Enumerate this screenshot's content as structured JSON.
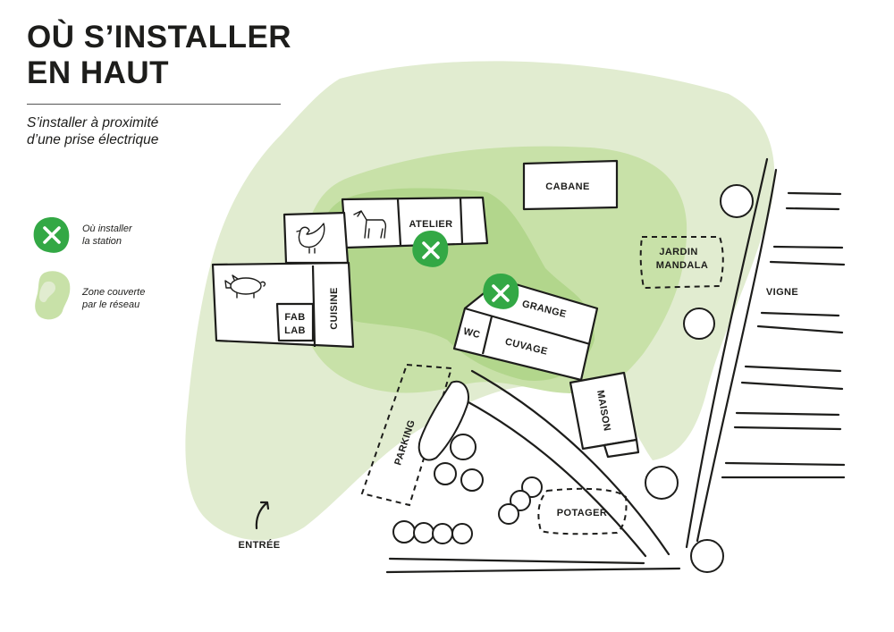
{
  "header": {
    "title_line1": "OÙ S’INSTALLER",
    "title_line2": "EN HAUT",
    "subtitle_line1": "S’installer à proximité",
    "subtitle_line2": "d’une prise électrique"
  },
  "legend": {
    "station_line1": "Où installer",
    "station_line2": "la station",
    "zone_line1": "Zone couverte",
    "zone_line2": "par le réseau"
  },
  "map": {
    "labels": {
      "cabane": "CABANE",
      "atelier": "ATELIER",
      "jardin_line1": "JARDIN",
      "jardin_line2": "MANDALA",
      "vigne": "VIGNE",
      "grange": "GRANGE",
      "wc": "WC",
      "cuvage": "CUVAGE",
      "fablab_line1": "FAB",
      "fablab_line2": "LAB",
      "cuisine": "CUISINE",
      "maison": "MAISON",
      "parking": "PARKING",
      "potager": "POTAGER",
      "entree": "ENTRÉE"
    },
    "station_markers": 2,
    "colors": {
      "zone_outer": "#e1ecd0",
      "zone_mid": "#c8e1a8",
      "zone_core": "#b2d68c",
      "marker": "#33a845",
      "ink": "#1d1d1b"
    },
    "icons": [
      "chicken-icon",
      "horse-icon",
      "pig-icon",
      "entrance-arrow-icon",
      "close-x-icon"
    ]
  }
}
